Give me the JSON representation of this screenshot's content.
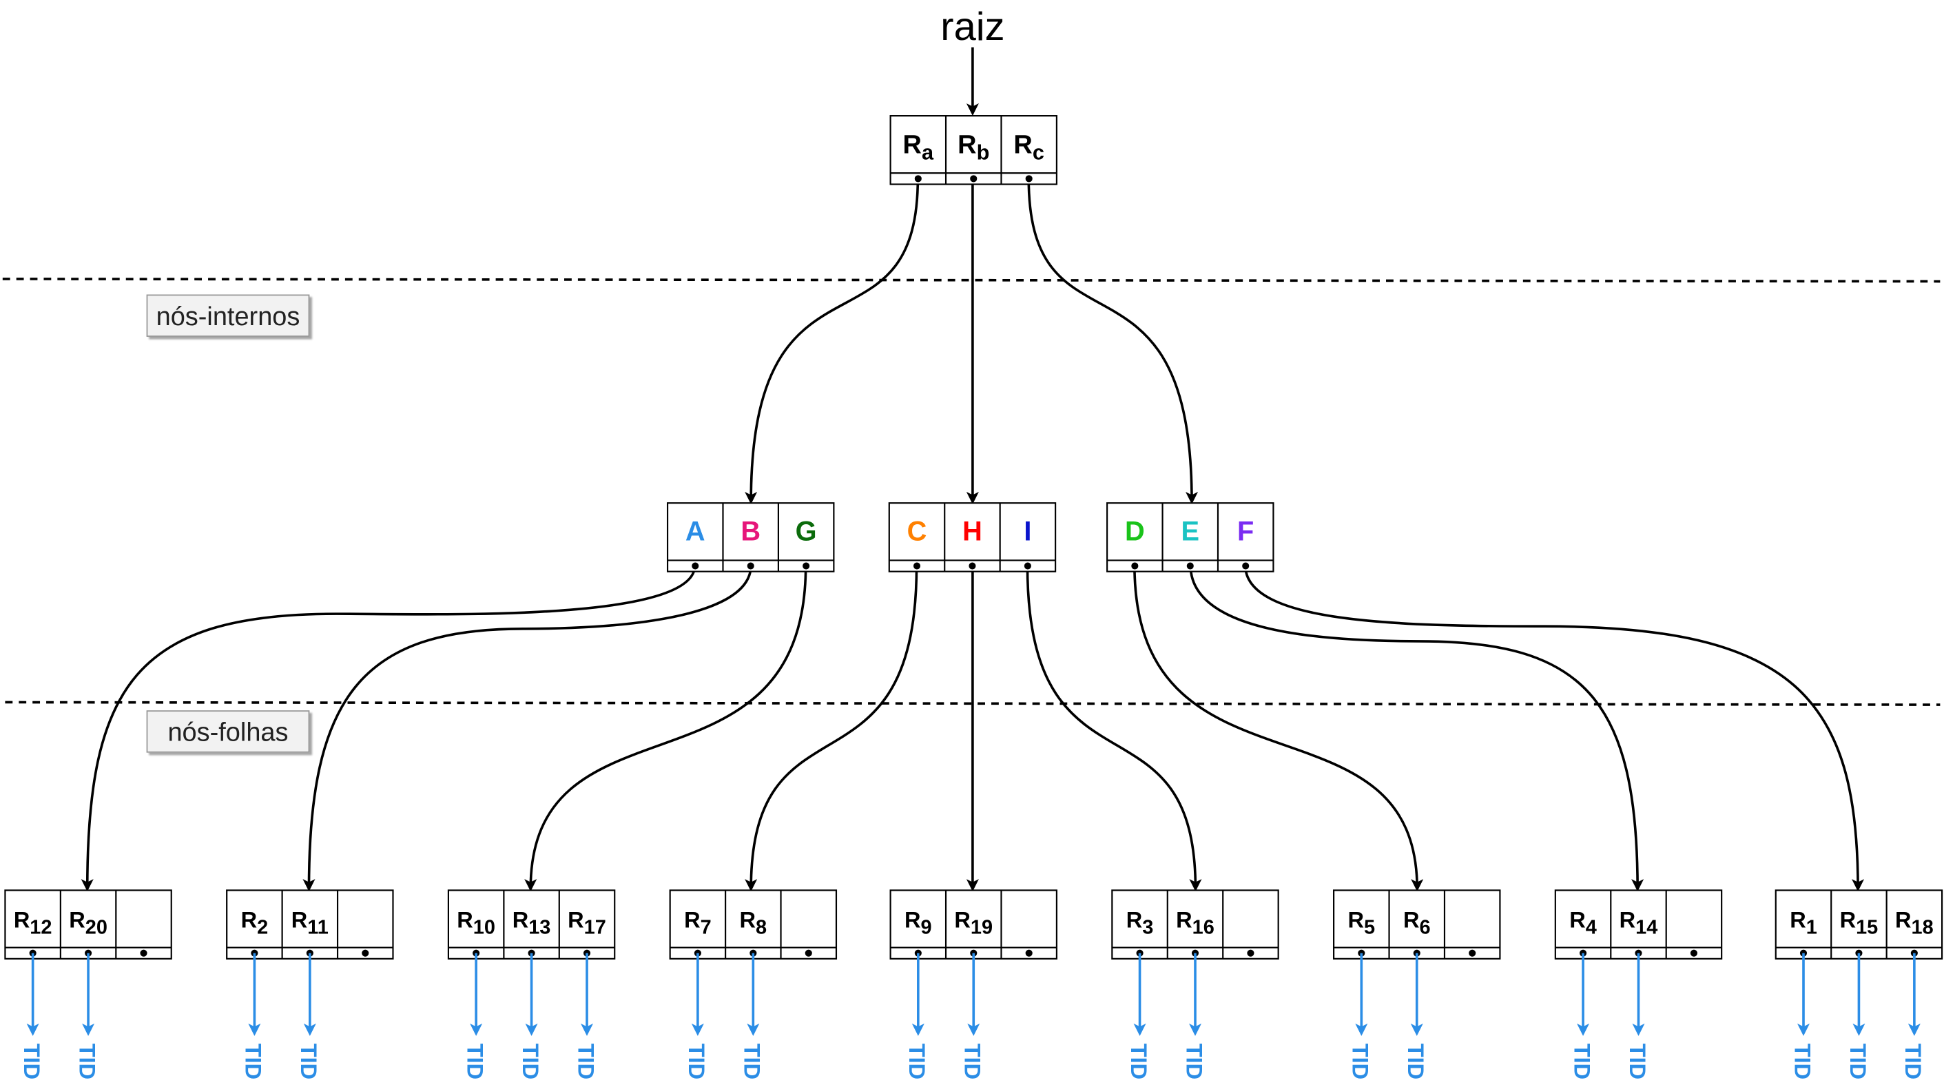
{
  "root_label": "raiz",
  "zones": {
    "internal": "nós-internos",
    "leaves": "nós-folhas"
  },
  "root_node": {
    "keys": [
      {
        "base": "R",
        "sub": "a"
      },
      {
        "base": "R",
        "sub": "b"
      },
      {
        "base": "R",
        "sub": "c"
      }
    ]
  },
  "internal_nodes": [
    {
      "keys": [
        {
          "label": "A",
          "color": "#2b8de6"
        },
        {
          "label": "B",
          "color": "#e6167a"
        },
        {
          "label": "G",
          "color": "#0b6b0b"
        }
      ]
    },
    {
      "keys": [
        {
          "label": "C",
          "color": "#ff8000"
        },
        {
          "label": "H",
          "color": "#ff0000"
        },
        {
          "label": "I",
          "color": "#0a14cc"
        }
      ]
    },
    {
      "keys": [
        {
          "label": "D",
          "color": "#1ac31a"
        },
        {
          "label": "E",
          "color": "#1ac3c3"
        },
        {
          "label": "F",
          "color": "#7a2cf2"
        }
      ]
    }
  ],
  "leaf_nodes": [
    {
      "keys": [
        {
          "base": "R",
          "sub": "12"
        },
        {
          "base": "R",
          "sub": "20"
        }
      ]
    },
    {
      "keys": [
        {
          "base": "R",
          "sub": "2"
        },
        {
          "base": "R",
          "sub": "11"
        }
      ]
    },
    {
      "keys": [
        {
          "base": "R",
          "sub": "10"
        },
        {
          "base": "R",
          "sub": "13"
        },
        {
          "base": "R",
          "sub": "17"
        }
      ]
    },
    {
      "keys": [
        {
          "base": "R",
          "sub": "7"
        },
        {
          "base": "R",
          "sub": "8"
        }
      ]
    },
    {
      "keys": [
        {
          "base": "R",
          "sub": "9"
        },
        {
          "base": "R",
          "sub": "19"
        }
      ]
    },
    {
      "keys": [
        {
          "base": "R",
          "sub": "3"
        },
        {
          "base": "R",
          "sub": "16"
        }
      ]
    },
    {
      "keys": [
        {
          "base": "R",
          "sub": "5"
        },
        {
          "base": "R",
          "sub": "6"
        }
      ]
    },
    {
      "keys": [
        {
          "base": "R",
          "sub": "4"
        },
        {
          "base": "R",
          "sub": "14"
        }
      ]
    },
    {
      "keys": [
        {
          "base": "R",
          "sub": "1"
        },
        {
          "base": "R",
          "sub": "15"
        },
        {
          "base": "R",
          "sub": "18"
        }
      ]
    }
  ],
  "tid_label": "TID",
  "colors": {
    "tid": "#2b8de6",
    "edge": "#000000"
  }
}
